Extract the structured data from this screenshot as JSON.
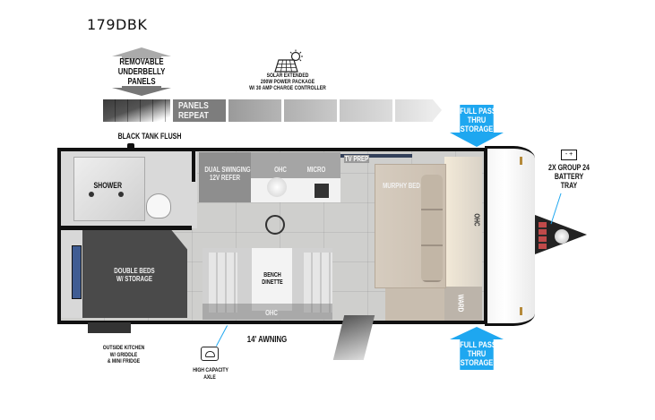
{
  "model": {
    "name": "179DBK"
  },
  "underbelly": {
    "label": "REMOVABLE UNDERBELLY PANELS",
    "label_lines": [
      "REMOVABLE",
      "UNDERBELLY",
      "PANELS"
    ],
    "panels_repeat_lines": [
      "PANELS",
      "REPEAT"
    ]
  },
  "solar": {
    "icon": "solar-panel-sun-icon",
    "lines": [
      "SOLAR EXTENDED",
      "200W POWER PACKAGE",
      "W/ 30 AMP CHARGE CONTROLLER"
    ]
  },
  "storage_callouts": {
    "top": {
      "lines": [
        "FULL PASS",
        "THRU",
        "STORAGE"
      ],
      "icon": "arrow-down-icon"
    },
    "bottom": {
      "lines": [
        "FULL PASS",
        "THRU",
        "STORAGE"
      ],
      "icon": "arrow-up-icon"
    },
    "color": "#1ea7f0"
  },
  "exterior_labels": {
    "black_tank_flush": "BLACK TANK FLUSH",
    "battery": {
      "icon": "battery-icon",
      "icon_text": "- +",
      "lines": [
        "2X GROUP 24",
        "BATTERY",
        "TRAY"
      ]
    },
    "awning": "14' AWNING",
    "outside_kitchen": [
      "OUTSIDE KITCHEN",
      "W/ GRIDDLE",
      "& MINI FRIDGE"
    ],
    "axle": {
      "icon": "scale-icon",
      "lines": [
        "HIGH CAPACITY",
        "AXLE"
      ]
    }
  },
  "rooms": {
    "shower": "SHOWER",
    "refer": [
      "DUAL SWINGING",
      "12V REFER"
    ],
    "ohc_kitchen": "OHC",
    "micro": "MICRO",
    "tv_prep": "TV PREP",
    "murphy_bed": "MURPHY BED",
    "ohc_front": "OHC",
    "ward": "WARD",
    "double_beds": [
      "DOUBLE BEDS",
      "W/ STORAGE"
    ],
    "dinette": [
      "BENCH",
      "DINETTE"
    ],
    "ohc_dinette": "OHC"
  }
}
